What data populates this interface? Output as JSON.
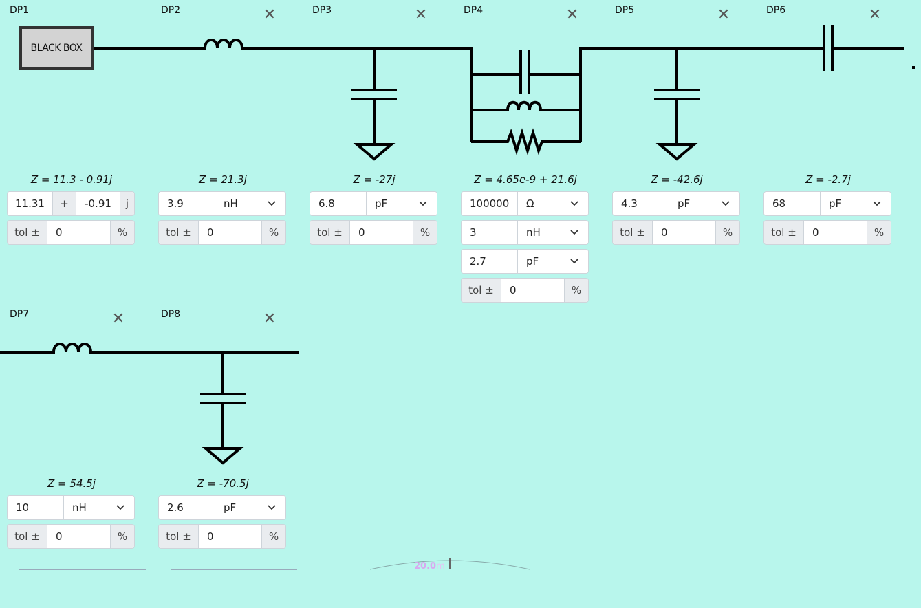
{
  "panels": {
    "dp1": {
      "label": "DP1",
      "blackbox_label": "BLACK BOX",
      "impedance": "Z = 11.3 - 0.91j",
      "real": "11.31",
      "plus": "+",
      "imag": "-0.91",
      "j": "j",
      "tol_label": "tol ±",
      "tol_value": "0",
      "tol_unit": "%"
    },
    "dp2": {
      "label": "DP2",
      "close": "✕",
      "impedance": "Z = 21.3j",
      "value": "3.9",
      "unit": "nH",
      "tol_label": "tol ±",
      "tol_value": "0",
      "tol_unit": "%"
    },
    "dp3": {
      "label": "DP3",
      "close": "✕",
      "impedance": "Z = -27j",
      "value": "6.8",
      "unit": "pF",
      "tol_label": "tol ±",
      "tol_value": "0",
      "tol_unit": "%"
    },
    "dp4": {
      "label": "DP4",
      "close": "✕",
      "impedance": "Z = 4.65e-9 + 21.6j",
      "r_value": "100000(",
      "r_unit": "Ω",
      "l_value": "3",
      "l_unit": "nH",
      "c_value": "2.7",
      "c_unit": "pF",
      "tol_label": "tol ±",
      "tol_value": "0",
      "tol_unit": "%"
    },
    "dp5": {
      "label": "DP5",
      "close": "✕",
      "impedance": "Z = -42.6j",
      "value": "4.3",
      "unit": "pF",
      "tol_label": "tol ±",
      "tol_value": "0",
      "tol_unit": "%"
    },
    "dp6": {
      "label": "DP6",
      "close": "✕",
      "impedance": "Z = -2.7j",
      "value": "68",
      "unit": "pF",
      "tol_label": "tol ±",
      "tol_value": "0",
      "tol_unit": "%"
    },
    "dp7": {
      "label": "DP7",
      "close": "✕",
      "impedance": "Z = 54.5j",
      "value": "10",
      "unit": "nH",
      "tol_label": "tol ±",
      "tol_value": "0",
      "tol_unit": "%"
    },
    "dp8": {
      "label": "DP8",
      "close": "✕",
      "impedance": "Z = -70.5j",
      "value": "2.6",
      "unit": "pF",
      "tol_label": "tol ±",
      "tol_value": "0",
      "tol_unit": "%"
    }
  },
  "scale": {
    "value": "20.0",
    "unit": "m"
  },
  "icons": {
    "close": "close-icon",
    "dropdown": "chevron-down-icon"
  },
  "colors": {
    "background": "#b8f6ec",
    "wire": "#000000",
    "addon": "#e9ecef",
    "blackbox": "#d3d3d3"
  }
}
